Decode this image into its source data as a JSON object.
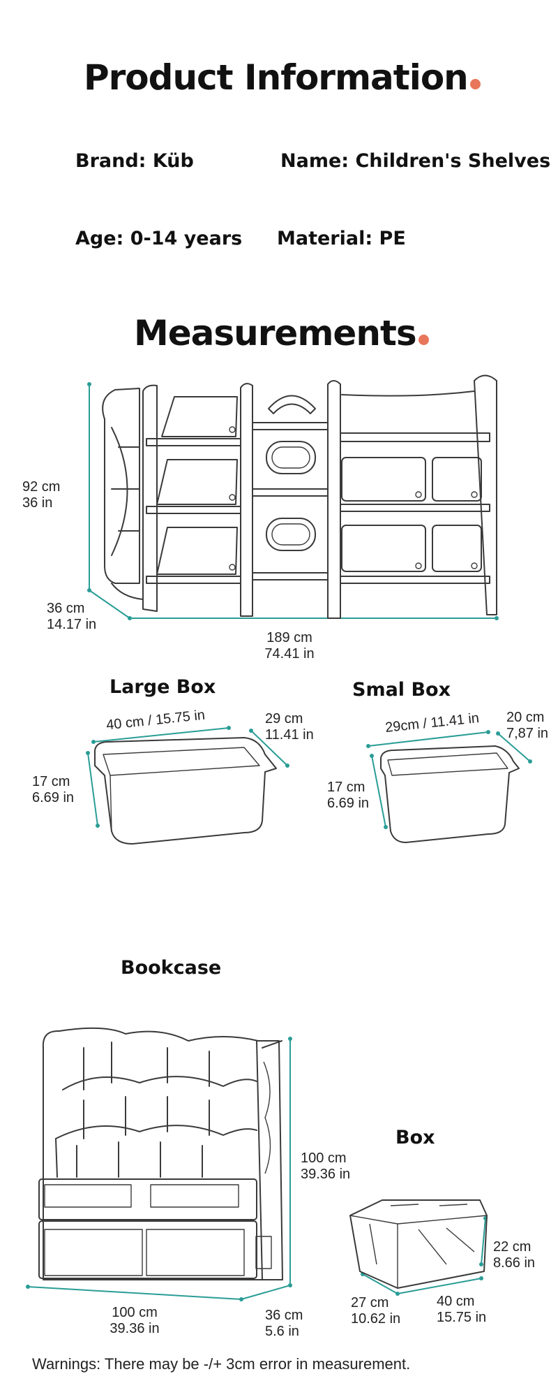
{
  "header": {
    "title": "Product Information"
  },
  "info": {
    "brand": "Brand: Küb",
    "name": "Name: Children's Shelves",
    "age": "Age: 0-14 years",
    "material": "Material: PE"
  },
  "measurements": {
    "title": "Measurements",
    "shelf": {
      "height_cm": "92 cm",
      "height_in": "36 in",
      "depth_cm": "36 cm",
      "depth_in": "14.17 in",
      "width_cm": "189 cm",
      "width_in": "74.41 in"
    },
    "large_box": {
      "title": "Large Box",
      "length": "40 cm / 15.75 in",
      "width_cm": "29 cm",
      "width_in": "11.41 in",
      "height_cm": "17 cm",
      "height_in": "6.69 in"
    },
    "small_box": {
      "title": "Smal Box",
      "length": "29cm / 11.41 in",
      "width_cm": "20 cm",
      "width_in": "7,87 in",
      "height_cm": "17 cm",
      "height_in": "6.69 in"
    },
    "bookcase": {
      "title": "Bookcase",
      "height_cm": "100 cm",
      "height_in": "39.36 in",
      "width_cm": "100 cm",
      "width_in": "39.36 in",
      "depth_cm": "36 cm",
      "depth_in": "5.6 in"
    },
    "box": {
      "title": "Box",
      "height_cm": "22 cm",
      "height_in": "8.66 in",
      "depth_cm": "27 cm",
      "depth_in": "10.62 in",
      "length_cm": "40 cm",
      "length_in": "15.75 in"
    }
  },
  "footer": {
    "warning": "Warnings: There may be -/+ 3cm error in measurement."
  },
  "colors": {
    "accent_dot": "#e8765a",
    "dimension_line": "#2a9d96",
    "text": "#111111"
  }
}
